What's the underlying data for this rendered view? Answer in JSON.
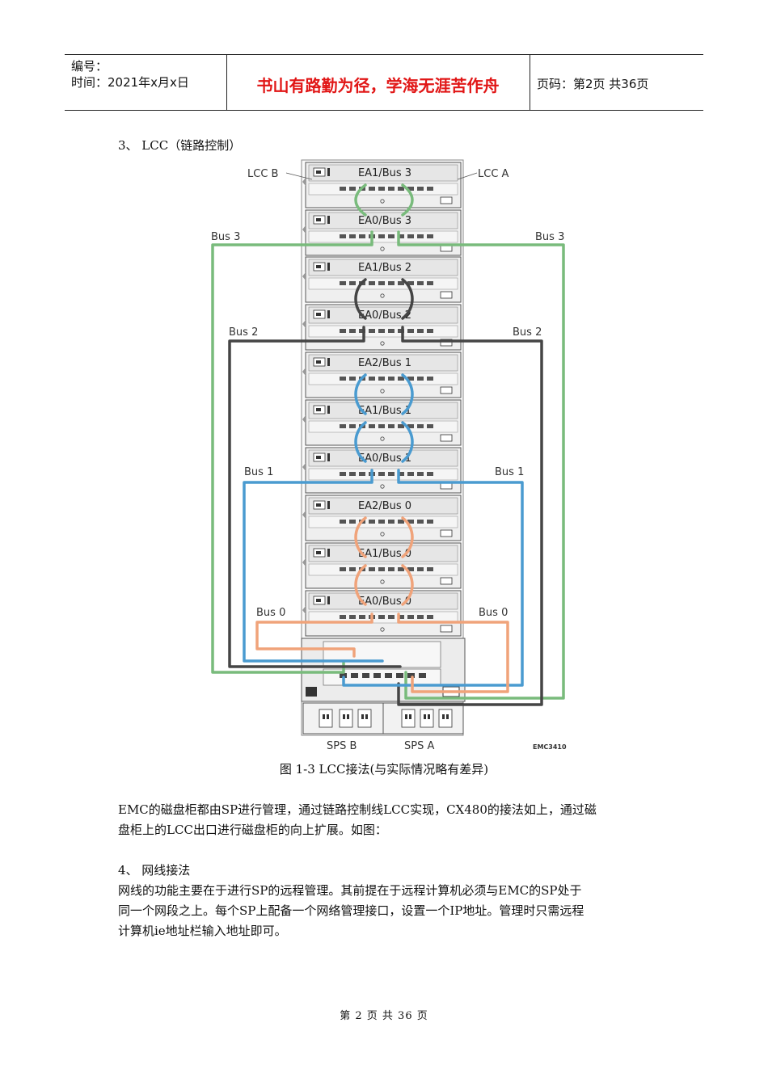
{
  "header": {
    "code_label": "编号：",
    "time_label": "时间：2021年x月x日",
    "motto": "书山有路勤为径，学海无涯苦作舟",
    "page_info": "页码：第2页 共36页"
  },
  "section3": {
    "title": "3、 LCC（链路控制）"
  },
  "figure": {
    "rack_labels": [
      "EA1/Bus 3",
      "EA0/Bus 3",
      "EA1/Bus 2",
      "EA0/Bus 2",
      "EA2/Bus 1",
      "EA1/Bus 1",
      "EA0/Bus 1",
      "EA2/Bus 0",
      "EA1/Bus 0",
      "EA0/Bus 0"
    ],
    "lcc_b": "LCC B",
    "lcc_a": "LCC A",
    "bus3_left": "Bus 3",
    "bus3_right": "Bus 3",
    "bus2_left": "Bus 2",
    "bus2_right": "Bus 2",
    "bus1_left": "Bus 1",
    "bus1_right": "Bus 1",
    "bus0_left": "Bus 0",
    "bus0_right": "Bus 0",
    "sps_b": "SPS B",
    "sps_a": "SPS A",
    "code": "EMC3410",
    "colors": {
      "bus3": "#79bb7c",
      "bus2": "#454545",
      "bus1": "#4a9bd0",
      "bus0": "#f0a37a"
    },
    "caption": "图 1-3 LCC接法(与实际情况略有差异)"
  },
  "paragraph1": [
    "EMC的磁盘柜都由SP进行管理，通过链路控制线LCC实现，CX480的接法如上，通过磁",
    "盘柜上的LCC出口进行磁盘柜的向上扩展。如图："
  ],
  "section4": {
    "title": "4、 网线接法"
  },
  "paragraph2": [
    "网线的功能主要在于进行SP的远程管理。其前提在于远程计算机必须与EMC的SP处于",
    "同一个网段之上。每个SP上配备一个网络管理接口，设置一个IP地址。管理时只需远程",
    "计算机ie地址栏输入地址即可。"
  ],
  "footer": "第 2 页 共 36 页"
}
